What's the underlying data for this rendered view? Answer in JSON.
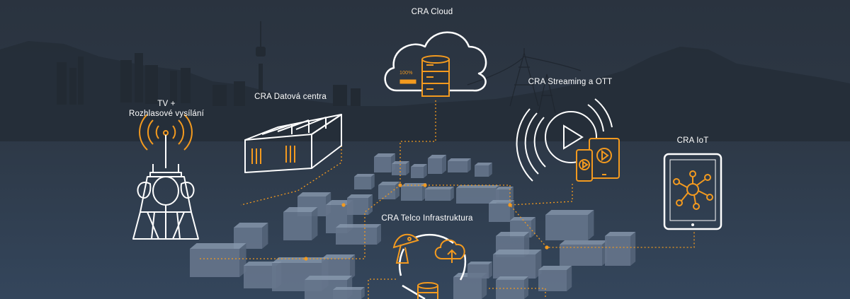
{
  "labels": {
    "cloud": "CRA Cloud",
    "datacenter": "CRA Datová centra",
    "tv_line1": "TV +",
    "tv_line2": "Rozhlasové vysílání",
    "streaming": "CRA Streaming a OTT",
    "iot": "CRA IoT",
    "telco": "CRA Telco Infrastruktura"
  },
  "cloud_storage_percent": "100%",
  "colors": {
    "accent": "#f39a1f",
    "line": "#ffffff",
    "building": "#6a7a90",
    "skyline": "#232b35"
  }
}
